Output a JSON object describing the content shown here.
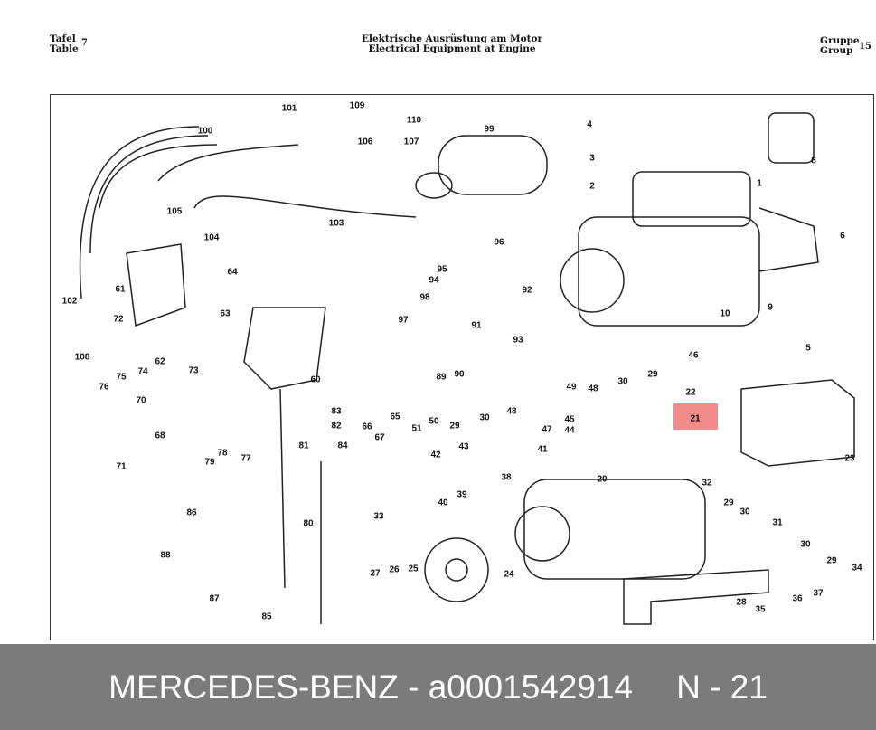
{
  "header": {
    "table_de": "Tafel",
    "table_en": "Table",
    "table_number": "7",
    "title_de": "Elektrische Ausrüstung am Motor",
    "title_en": "Electrical Equipment at Engine",
    "group_de": "Gruppe",
    "group_en": "Group",
    "group_number": "15"
  },
  "highlight_color": "#f06464",
  "callouts": [
    "101",
    "109",
    "110",
    "100",
    "99",
    "4",
    "106",
    "107",
    "3",
    "2",
    "1",
    "8",
    "105",
    "103",
    "104",
    "96",
    "6",
    "95",
    "94",
    "64",
    "61",
    "92",
    "98",
    "102",
    "97",
    "63",
    "91",
    "93",
    "10",
    "9",
    "5",
    "72",
    "108",
    "62",
    "73",
    "46",
    "49",
    "48",
    "30",
    "29",
    "76",
    "75",
    "74",
    "89",
    "90",
    "60",
    "70",
    "22",
    "21",
    "83",
    "82",
    "84",
    "81",
    "66",
    "65",
    "51",
    "50",
    "29",
    "30",
    "48",
    "47",
    "45",
    "44",
    "68",
    "77",
    "78",
    "79",
    "67",
    "41",
    "43",
    "42",
    "23",
    "71",
    "38",
    "20",
    "32",
    "29",
    "30",
    "31",
    "30",
    "29",
    "34",
    "40",
    "39",
    "33",
    "86",
    "80",
    "88",
    "87",
    "27",
    "26",
    "25",
    "24",
    "28",
    "36",
    "37",
    "35",
    "85"
  ],
  "banner": {
    "part_text": "MERCEDES-BENZ - a0001542914",
    "position_text": "N - 21"
  }
}
